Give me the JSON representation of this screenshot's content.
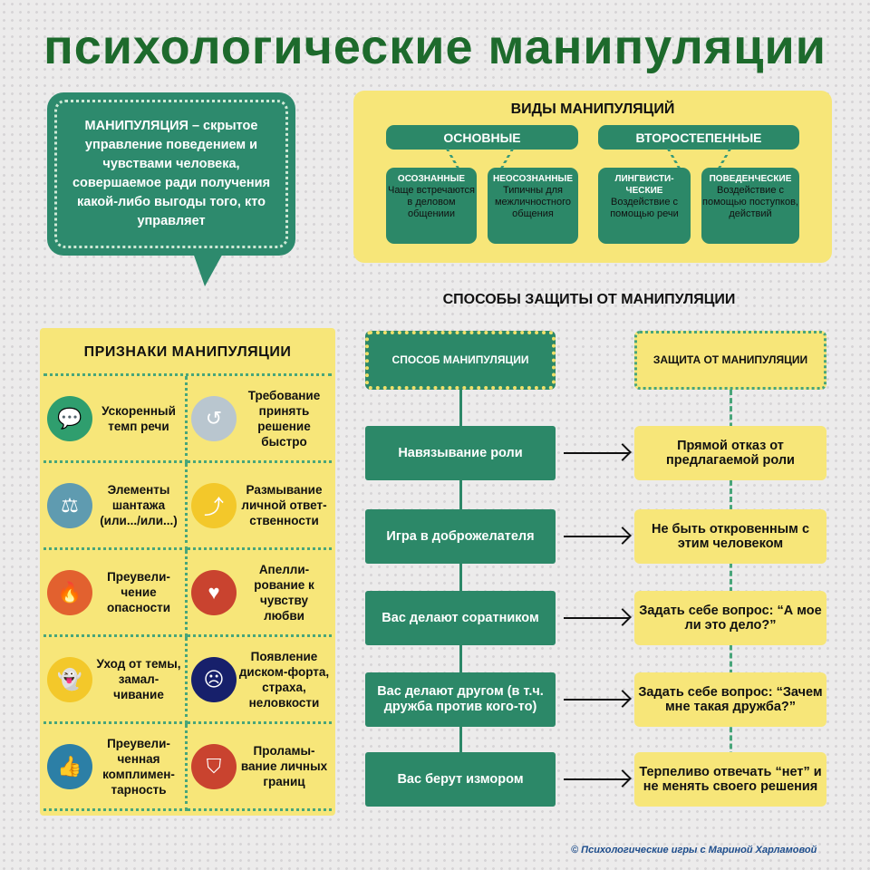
{
  "title": "психологические манипуляции",
  "definition": "МАНИПУЛЯЦИЯ – скрытое управление поведением и чувствами человека, совершаемое ради получения какой-либо выгоды того, кто управляет",
  "types": {
    "title": "ВИДЫ МАНИПУЛЯЦИЙ",
    "groups": [
      {
        "label": "ОСНОВНЫЕ",
        "items": [
          {
            "name": "ОСОЗНАННЫЕ",
            "desc": "Чаще встречаются в деловом общениии"
          },
          {
            "name": "НЕОСОЗНАННЫЕ",
            "desc": "Типичны для межличностного общения"
          }
        ]
      },
      {
        "label": "ВТОРОСТЕПЕННЫЕ",
        "items": [
          {
            "name": "ЛИНГВИСТИ-ЧЕСКИЕ",
            "desc": "Воздействие с помощью речи"
          },
          {
            "name": "ПОВЕДЕНЧЕСКИЕ",
            "desc": "Воздействие с помощью поступков, действий"
          }
        ]
      }
    ]
  },
  "signs": {
    "title": "ПРИЗНАКИ МАНИПУЛЯЦИИ",
    "items": [
      {
        "label": "Ускоренный темп речи",
        "icon": "speech-bubble-icon",
        "color": "#2f9e6e"
      },
      {
        "label": "Требование принять решение быстро",
        "icon": "clock-icon",
        "color": "#b9c6cf"
      },
      {
        "label": "Элементы шантажа (или.../или...)",
        "icon": "scales-icon",
        "color": "#5f9bb0"
      },
      {
        "label": "Размывание личной ответ-ственности",
        "icon": "winding-arrow-icon",
        "color": "#f3c82a"
      },
      {
        "label": "Преувели-чение опасности",
        "icon": "fire-icon",
        "color": "#e2612f"
      },
      {
        "label": "Апелли-рование к чувству любви",
        "icon": "heart-icon",
        "color": "#c9432f"
      },
      {
        "label": "Уход от темы, замал-чивание",
        "icon": "ghost-icon",
        "color": "#f3c82a"
      },
      {
        "label": "Появление диском-форта, страха, неловкости",
        "icon": "worried-face-icon",
        "color": "#17206b"
      },
      {
        "label": "Преувели-ченная комплимен-тарность",
        "icon": "thumbs-up-icon",
        "color": "#2c7fa6"
      },
      {
        "label": "Проламы-вание личных границ",
        "icon": "shield-icon",
        "color": "#c9432f"
      }
    ]
  },
  "defense": {
    "title": "СПОСОБЫ ЗАЩИТЫ ОТ МАНИПУЛЯЦИИ",
    "method_header": "СПОСОБ МАНИПУЛЯЦИИ",
    "defense_header": "ЗАЩИТА ОТ МАНИПУЛЯЦИИ",
    "rows": [
      {
        "method": "Навязывание роли",
        "defense": "Прямой отказ от предлагаемой роли"
      },
      {
        "method": "Игра в доброжелателя",
        "defense": "Не быть откровенным с этим человеком"
      },
      {
        "method": "Вас делают соратником",
        "defense": "Задать себе вопрос: “А мое ли это дело?”"
      },
      {
        "method": "Вас делают другом (в т.ч.  дружба против кого-то)",
        "defense": "Задать себе вопрос: “Зачем мне такая дружба?”"
      },
      {
        "method": "Вас берут измором",
        "defense": "Терпеливо отвечать “нет” и не менять своего решения"
      }
    ]
  },
  "copyright": "© Психологические игры с Мариной Харламовой"
}
